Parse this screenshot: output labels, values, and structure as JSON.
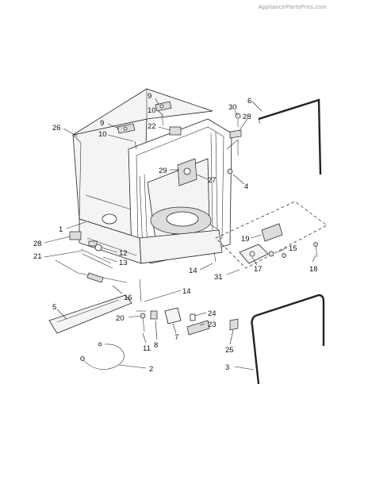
{
  "watermark": "AppliancePartsPros.com",
  "callouts": [
    "1",
    "2",
    "3",
    "4",
    "5",
    "6",
    "7",
    "8",
    "9",
    "10",
    "11",
    "12",
    "13",
    "14",
    "15",
    "16",
    "17",
    "18",
    "19",
    "20",
    "21",
    "22",
    "23",
    "24",
    "25",
    "26",
    "27",
    "28",
    "29",
    "30",
    "31"
  ],
  "labels": [
    {
      "id": "9a",
      "text": "9"
    },
    {
      "id": "10a",
      "text": "10"
    },
    {
      "id": "9b",
      "text": "9"
    },
    {
      "id": "10b",
      "text": "10"
    },
    {
      "id": "26",
      "text": "26"
    },
    {
      "id": "22",
      "text": "22"
    },
    {
      "id": "30",
      "text": "30"
    },
    {
      "id": "28a",
      "text": "28"
    },
    {
      "id": "6",
      "text": "6"
    },
    {
      "id": "29",
      "text": "29"
    },
    {
      "id": "27",
      "text": "27"
    },
    {
      "id": "4",
      "text": "4"
    },
    {
      "id": "1",
      "text": "1"
    },
    {
      "id": "28b",
      "text": "28"
    },
    {
      "id": "21",
      "text": "21"
    },
    {
      "id": "12",
      "text": "12"
    },
    {
      "id": "13",
      "text": "13"
    },
    {
      "id": "14a",
      "text": "14"
    },
    {
      "id": "19",
      "text": "19"
    },
    {
      "id": "15",
      "text": "15"
    },
    {
      "id": "17",
      "text": "17"
    },
    {
      "id": "18",
      "text": "18"
    },
    {
      "id": "31",
      "text": "31"
    },
    {
      "id": "16",
      "text": "16"
    },
    {
      "id": "14b",
      "text": "14"
    },
    {
      "id": "5",
      "text": "5"
    },
    {
      "id": "20",
      "text": "20"
    },
    {
      "id": "8",
      "text": "8"
    },
    {
      "id": "7",
      "text": "7"
    },
    {
      "id": "11",
      "text": "11"
    },
    {
      "id": "24",
      "text": "24"
    },
    {
      "id": "23",
      "text": "23"
    },
    {
      "id": "25",
      "text": "25"
    },
    {
      "id": "3",
      "text": "3"
    },
    {
      "id": "2",
      "text": "2"
    }
  ]
}
